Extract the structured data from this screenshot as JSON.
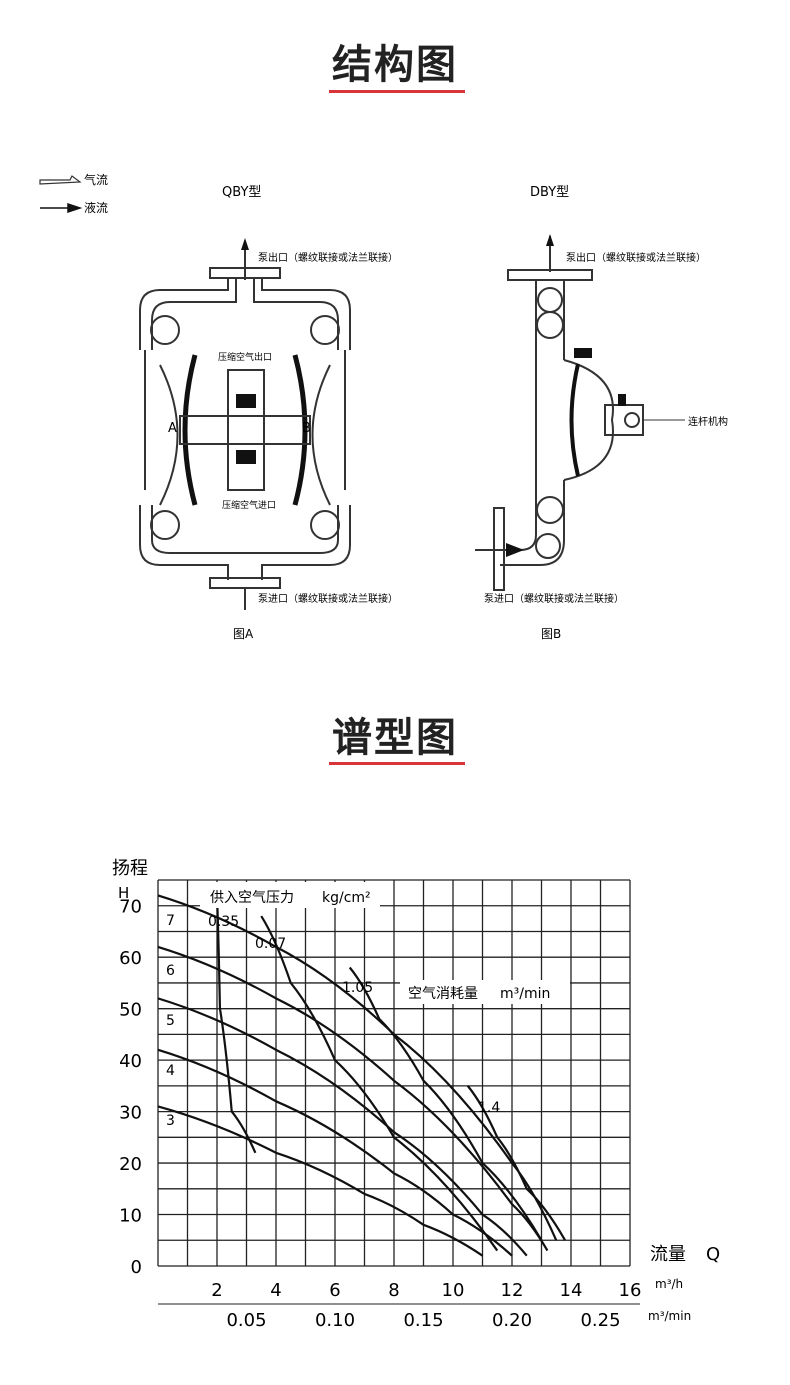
{
  "section1": {
    "title": "结构图"
  },
  "legend": {
    "air": "气流",
    "liquid": "液流"
  },
  "qby": {
    "title": "QBY型",
    "outlet": "泵出口（螺纹联接或法兰联接）",
    "inlet": "泵进口（螺纹联接或法兰联接）",
    "air_out": "压缩空气出口",
    "air_in": "压缩空气进口",
    "chamber_a": "A",
    "chamber_b": "B",
    "caption": "图A"
  },
  "dby": {
    "title": "DBY型",
    "outlet": "泵出口（螺纹联接或法兰联接）",
    "inlet": "泵进口（螺纹联接或法兰联接）",
    "linkage": "连杆机构",
    "caption": "图B"
  },
  "section2": {
    "title": "谱型图"
  },
  "chart": {
    "ylabel_top": "扬程",
    "ylabel_unit": "H",
    "air_pressure_label": "供入空气压力",
    "air_pressure_unit": "kg/cm²",
    "air_consumption_label": "空气消耗量",
    "air_consumption_unit": "m³/min",
    "xlabel": "流量",
    "xlabel_symbol": "Q",
    "x_unit_h": "m³/h",
    "x_unit_min": "m³/min",
    "pressure_labels": [
      "7",
      "6",
      "5",
      "4",
      "3"
    ],
    "consumption_labels": [
      "0.35",
      "0.07",
      "1.05",
      "1.4"
    ]
  },
  "chart_data": {
    "type": "line",
    "xlabel": "流量 Q",
    "ylabel": "扬程 H",
    "x_ticks_m3h": [
      "2",
      "4",
      "6",
      "8",
      "10",
      "12",
      "14",
      "16"
    ],
    "x_ticks_m3min": [
      "0.05",
      "0.10",
      "0.15",
      "0.20",
      "0.25"
    ],
    "y_ticks": [
      "0",
      "10",
      "20",
      "30",
      "40",
      "50",
      "60",
      "70"
    ],
    "xlim": [
      0,
      16
    ],
    "ylim": [
      0,
      75
    ],
    "series": [
      {
        "name": "7",
        "x": [
          0,
          4,
          8,
          12,
          13.5
        ],
        "y": [
          72,
          62,
          45,
          20,
          5
        ]
      },
      {
        "name": "6",
        "x": [
          0,
          4,
          8,
          12,
          13.2
        ],
        "y": [
          62,
          52,
          36,
          12,
          3
        ]
      },
      {
        "name": "5",
        "x": [
          0,
          4,
          8,
          11,
          12.5
        ],
        "y": [
          52,
          42,
          26,
          10,
          2
        ]
      },
      {
        "name": "4",
        "x": [
          0,
          4,
          8,
          10,
          12
        ],
        "y": [
          42,
          32,
          18,
          10,
          2
        ]
      },
      {
        "name": "3",
        "x": [
          0,
          4,
          7,
          9,
          11
        ],
        "y": [
          31,
          22,
          14,
          8,
          2
        ]
      },
      {
        "name": "0.35",
        "x": [
          2,
          2.1,
          2.5,
          3.3
        ],
        "y": [
          72,
          50,
          30,
          22
        ]
      },
      {
        "name": "0.07",
        "x": [
          3.5,
          4.5,
          6,
          8,
          11.5
        ],
        "y": [
          68,
          55,
          40,
          25,
          3
        ]
      },
      {
        "name": "1.05",
        "x": [
          6.5,
          7.5,
          9,
          11,
          13
        ],
        "y": [
          58,
          48,
          36,
          20,
          5
        ]
      },
      {
        "name": "1.4",
        "x": [
          10.5,
          11.5,
          12.5,
          13.8
        ],
        "y": [
          35,
          25,
          15,
          5
        ]
      }
    ]
  },
  "colors": {
    "accent": "#d9343a",
    "line": "#222222"
  }
}
